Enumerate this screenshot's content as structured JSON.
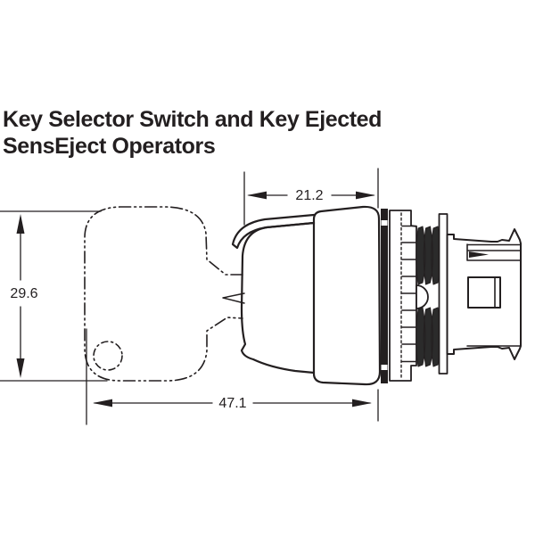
{
  "title": {
    "line1": "Key Selector Switch and Key Ejected",
    "line2": "SensEject Operators"
  },
  "diagram": {
    "dimensions": {
      "knob_depth": "21.2",
      "key_height": "29.6",
      "overall_length": "47.1"
    },
    "line_color": "#231f20"
  }
}
